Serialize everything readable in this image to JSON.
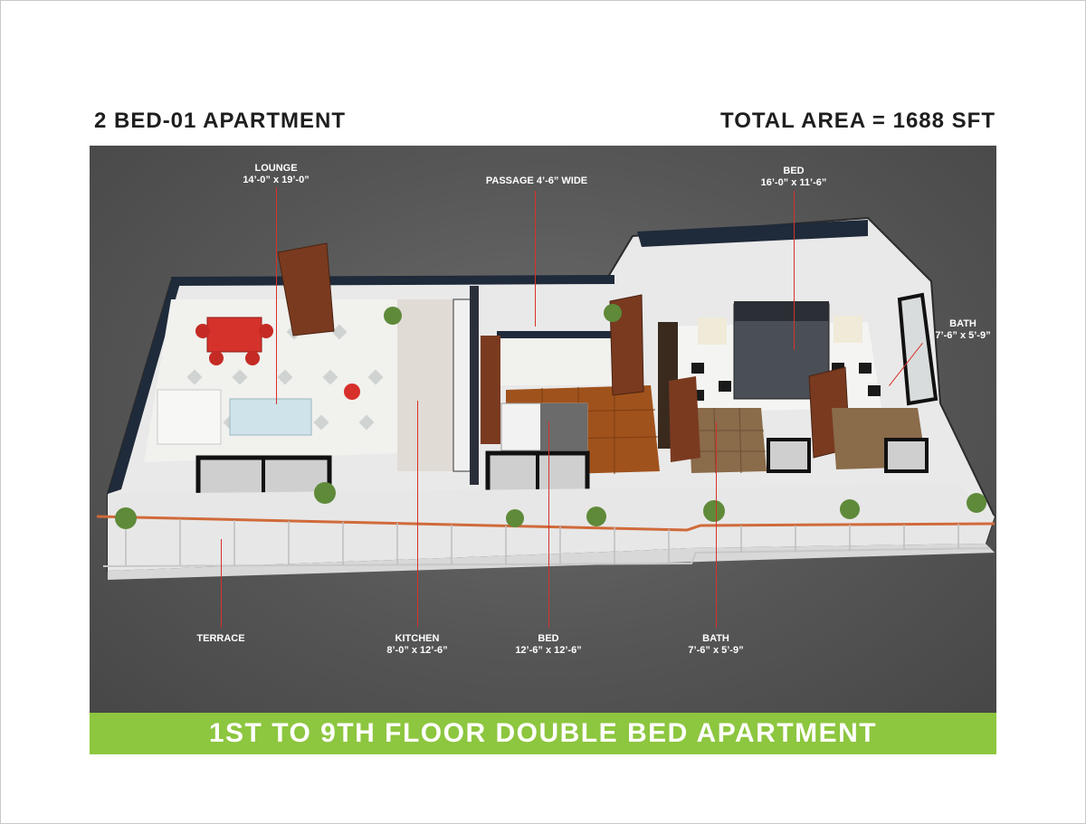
{
  "header": {
    "left_title": "2 BED-01 APARTMENT",
    "right_title": "TOTAL AREA = 1688 SFT"
  },
  "labels": {
    "lounge": {
      "name": "LOUNGE",
      "dims": "14’-0” x 19’-0”"
    },
    "passage": {
      "name": "PASSAGE 4’-6” WIDE"
    },
    "bed_top": {
      "name": "BED",
      "dims": "16’-0” x 11’-6”"
    },
    "bath_right": {
      "name": "BATH",
      "dims": "7’-6” x 5’-9”"
    },
    "terrace": {
      "name": "TERRACE"
    },
    "kitchen": {
      "name": "KITCHEN",
      "dims": "8’-0” x 12’-6”"
    },
    "bed_bottom": {
      "name": "BED",
      "dims": "12’-6” x 12’-6”"
    },
    "bath_bottom": {
      "name": "BATH",
      "dims": "7’-6” x 5’-9”"
    }
  },
  "banner": {
    "text": "1ST TO 9TH FLOOR DOUBLE BED APARTMENT"
  },
  "colors": {
    "banner": "#8dc63f",
    "leader_line": "#d7312b",
    "background": "#565656"
  }
}
